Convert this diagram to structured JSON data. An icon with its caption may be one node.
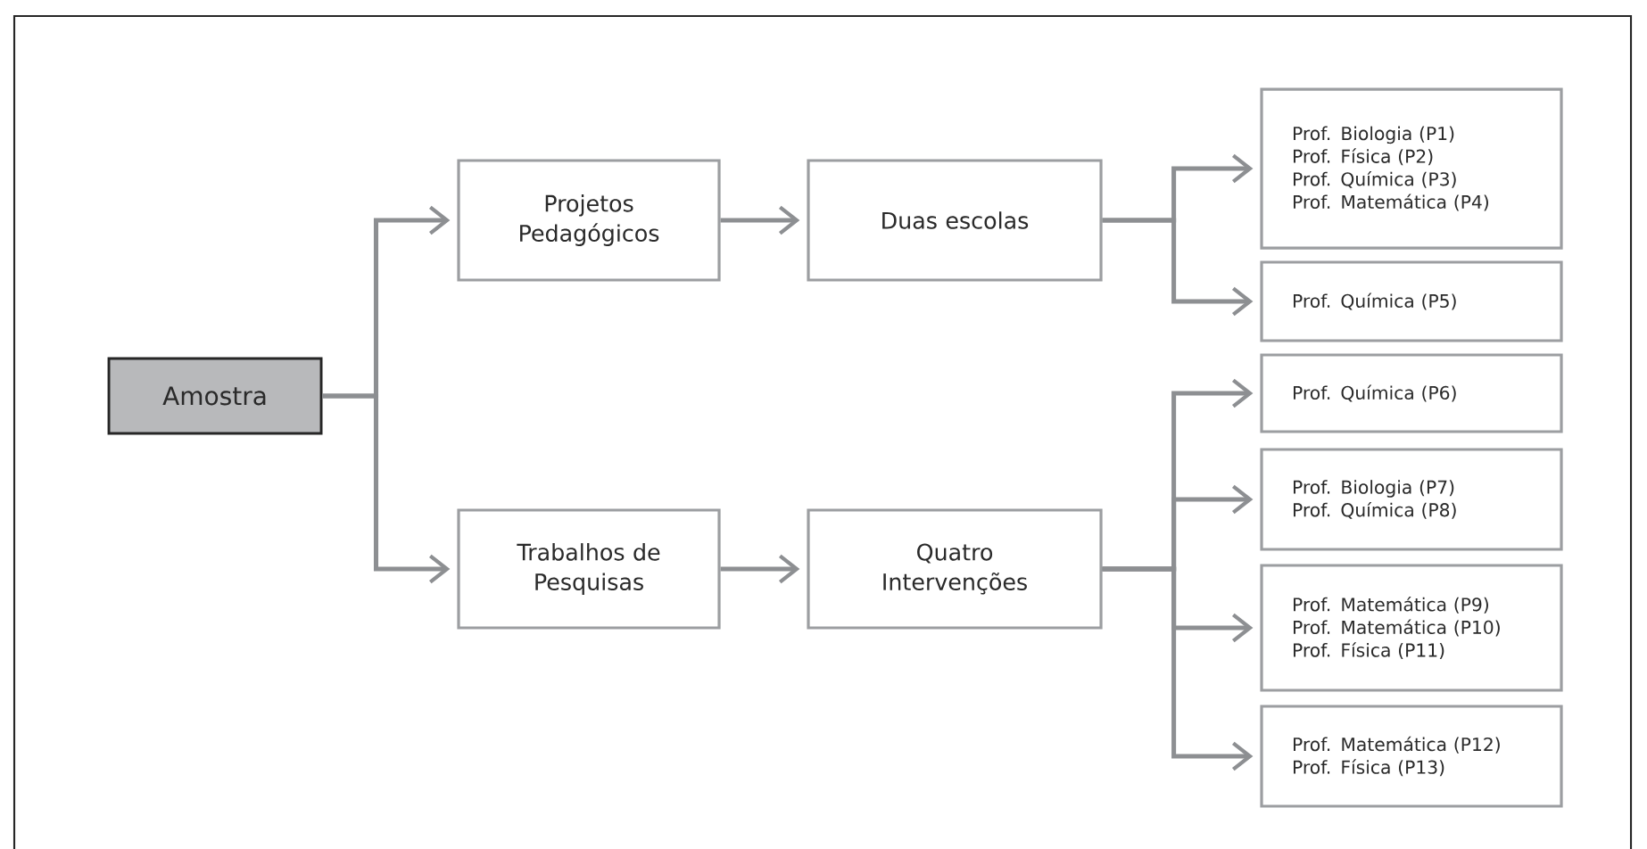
{
  "diagram": {
    "nodes": [
      {
        "text": [
          "Amostra"
        ]
      },
      {
        "text": [
          "Projetos Pedagógicos"
        ]
      },
      {
        "text": [
          "Duas escolas"
        ]
      },
      {
        "text": [
          "Trabalhos de Pesquisas"
        ]
      },
      {
        "text": [
          "Quatro Intervenções"
        ]
      },
      {
        "text": [
          "Prof. Biologia (P1)",
          "Prof. Física (P2)",
          "Prof. Química (P3)",
          "Prof. Matemática (P4)"
        ]
      },
      {
        "text": [
          "Prof. Química (P5)"
        ]
      },
      {
        "text": [
          "Prof. Química (P6)"
        ]
      },
      {
        "text": [
          "Prof. Biologia (P7)",
          "Prof. Química (P8)"
        ]
      },
      {
        "text": [
          "Prof. Matemática (P9)",
          "Prof. Matemática (P10)",
          "Prof. Física (P11)"
        ]
      },
      {
        "text": [
          "Prof. Matemática (P12)",
          "Prof. Física (P13)"
        ]
      }
    ],
    "edges": [
      {
        "from": 0,
        "to": 1,
        "arrow": "to"
      },
      {
        "from": 0,
        "to": 3,
        "arrow": "to"
      },
      {
        "from": 1,
        "to": 2,
        "arrow": "to"
      },
      {
        "from": 3,
        "to": 4,
        "arrow": "to"
      },
      {
        "from": 2,
        "to": 5,
        "arrow": "to"
      },
      {
        "from": 2,
        "to": 6,
        "arrow": "to"
      },
      {
        "from": 4,
        "to": 7,
        "arrow": "to"
      },
      {
        "from": 4,
        "to": 8,
        "arrow": "to"
      },
      {
        "from": 4,
        "to": 9,
        "arrow": "to"
      },
      {
        "from": 4,
        "to": 10,
        "arrow": "to"
      }
    ]
  }
}
